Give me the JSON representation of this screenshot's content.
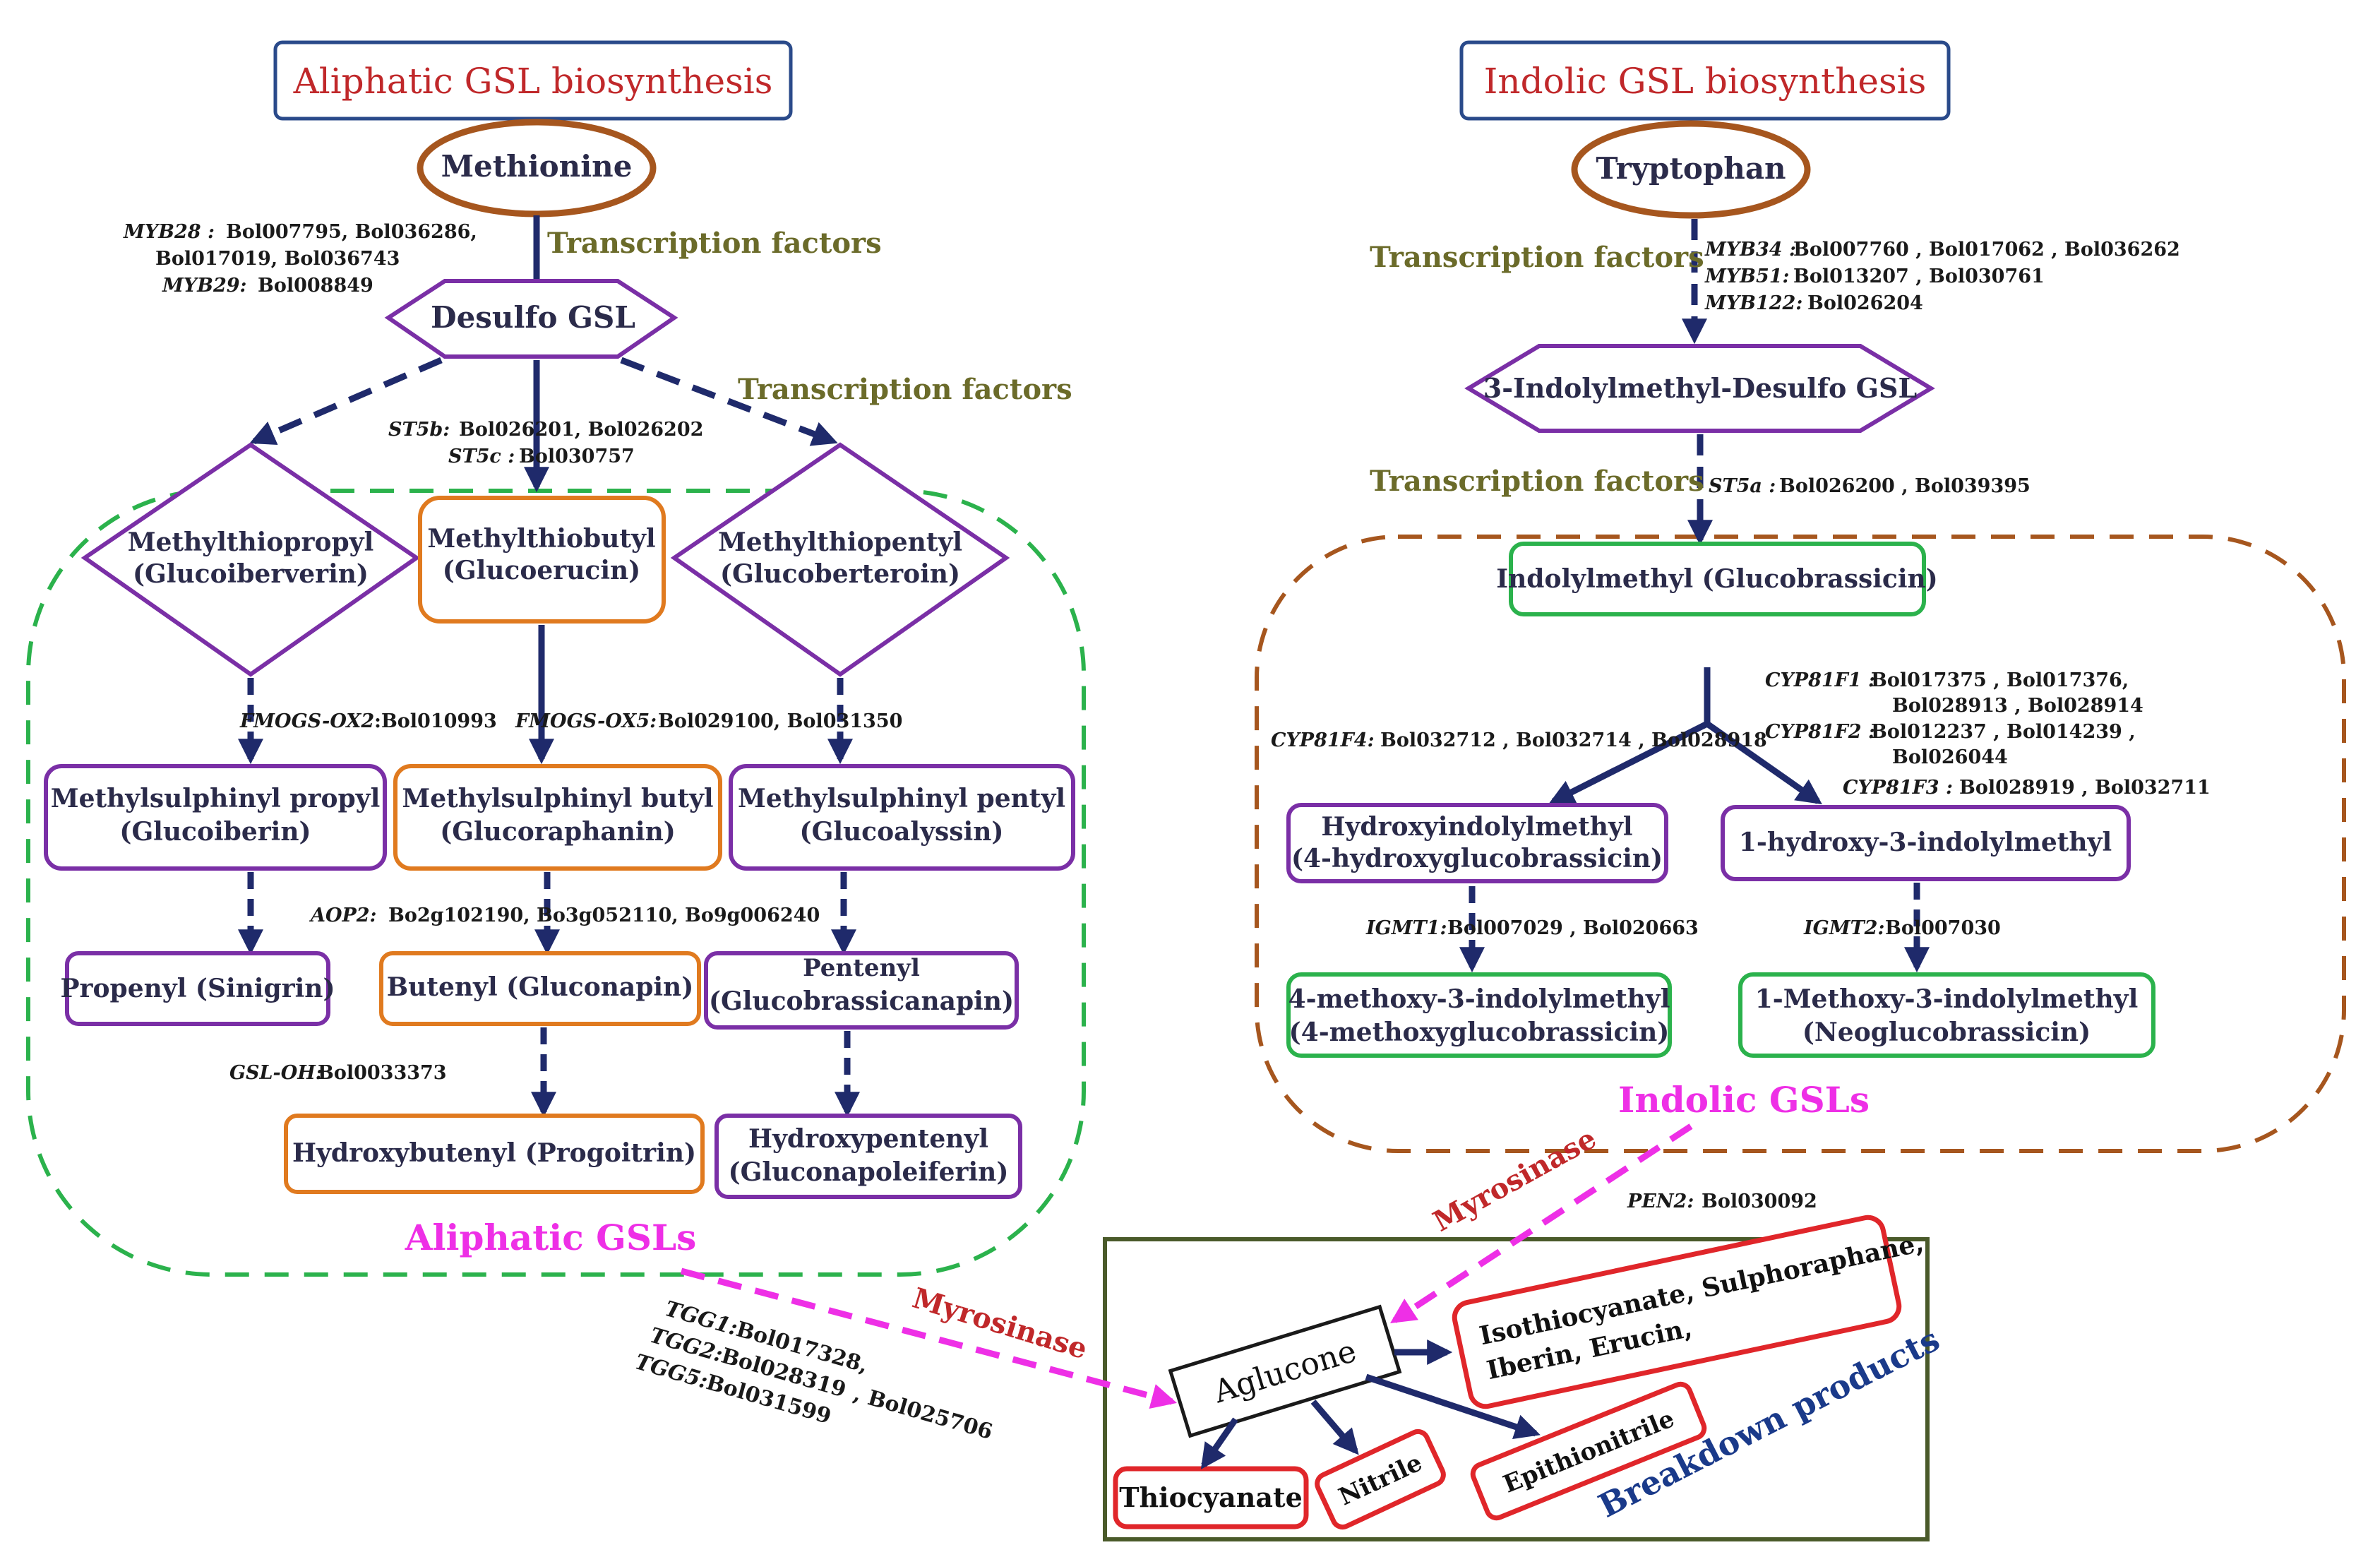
{
  "colors": {
    "navy": "#1f2a6b",
    "purple": "#7a2fa6",
    "orange": "#e07a1f",
    "green": "#2bb24c",
    "brown": "#a6561e",
    "red": "#e0262a",
    "magenta": "#ee2fe6",
    "title_red": "#c0282a",
    "tf_olive": "#6b6b2a",
    "box_green_border": "#4a5a2a",
    "title_border": "#2a4a8a"
  },
  "aliphatic": {
    "title": "Aliphatic GSL biosynthesis",
    "methionine": "Methionine",
    "tf_label_1": "Transcription factors",
    "myb28": "MYB28 :",
    "myb28_genes_1": "Bol007795, Bol036286,",
    "myb28_genes_2": "Bol017019, Bol036743",
    "myb29": "MYB29:",
    "myb29_genes": "Bol008849",
    "desulfo": "Desulfo GSL",
    "tf_label_2": "Transcription factors",
    "st5b": "ST5b:",
    "st5b_genes": "Bol026201, Bol026202",
    "st5c": "ST5c :",
    "st5c_genes": "Bol030757",
    "mtpropyl_1": "Methylthiopropyl",
    "mtpropyl_2": "(Glucoiberverin)",
    "mtbutyl_1": "Methylthiobutyl",
    "mtbutyl_2": "(Glucoerucin)",
    "mtpentyl_1": "Methylthiopentyl",
    "mtpentyl_2": "(Glucoberteroin)",
    "fmo_ox2": "FMOGS-OX2",
    "fmo_ox2_genes": ":Bol010993",
    "fmo_ox5": "FMOGS-OX5:",
    "fmo_ox5_genes": "Bol029100, Bol031350",
    "mspropyl_1": "Methylsulphinyl propyl",
    "mspropyl_2": "(Glucoiberin)",
    "msbutyl_1": "Methylsulphinyl butyl",
    "msbutyl_2": "(Glucoraphanin)",
    "mspentyl_1": "Methylsulphinyl pentyl",
    "mspentyl_2": "(Glucoalyssin)",
    "aop2": "AOP2:",
    "aop2_genes": "Bo2g102190, Bo3g052110, Bo9g006240",
    "propenyl": "Propenyl (Sinigrin)",
    "butenyl": "Butenyl (Gluconapin)",
    "pentenyl_1": "Pentenyl",
    "pentenyl_2": "(Glucobrassicanapin)",
    "gsloh": "GSL-OH:",
    "gsloh_genes": "Bol0033373",
    "hbutenyl": "Hydroxybutenyl (Progoitrin)",
    "hpentenyl_1": "Hydroxypentenyl",
    "hpentenyl_2": "(Gluconapoleiferin)",
    "section_label": "Aliphatic GSLs"
  },
  "indolic": {
    "title": "Indolic GSL biosynthesis",
    "tryptophan": "Tryptophan",
    "tf_label_1": "Transcription factors",
    "myb34": "MYB34 :",
    "myb34_genes": "Bol007760 , Bol017062 , Bol036262",
    "myb51": "MYB51:",
    "myb51_genes": "Bol013207 , Bol030761",
    "myb122": "MYB122:",
    "myb122_genes": "Bol026204",
    "desulfo": "3-Indolylmethyl-Desulfo GSL",
    "tf_label_2": "Transcription factors",
    "st5a": "ST5a :",
    "st5a_genes": "Bol026200 , Bol039395",
    "glucobrassicin": "Indolylmethyl (Glucobrassicin)",
    "cyp81f1": "CYP81F1 :",
    "cyp81f1_genes_1": "Bol017375 , Bol017376,",
    "cyp81f1_genes_2": "Bol028913 , Bol028914",
    "cyp81f2": "CYP81F2 :",
    "cyp81f2_genes_1": "Bol012237 , Bol014239 ,",
    "cyp81f2_genes_2": "Bol026044",
    "cyp81f3": "CYP81F3 :",
    "cyp81f3_genes": "Bol028919 , Bol032711",
    "cyp81f4": "CYP81F4:",
    "cyp81f4_genes": "Bol032712 , Bol032714 , Bol028918",
    "hydroxy_1": "Hydroxyindolylmethyl",
    "hydroxy_2": "(4-hydroxyglucobrassicin)",
    "one_hydroxy": "1-hydroxy-3-indolylmethyl",
    "igmt1": "IGMT1:",
    "igmt1_genes": "Bol007029 , Bol020663",
    "igmt2": "IGMT2:",
    "igmt2_genes": "Bol007030",
    "methoxy4_1": "4-methoxy-3-indolylmethyl",
    "methoxy4_2": "(4-methoxyglucobrassicin)",
    "methoxy1_1": "1-Methoxy-3-indolylmethyl",
    "methoxy1_2": "(Neoglucobrassicin)",
    "section_label": "Indolic GSLs"
  },
  "breakdown": {
    "myrosinase_left": "Myrosinase",
    "myrosinase_right": "Myrosinase",
    "tgg1": "TGG1:",
    "tgg1_genes": "Bol017328,",
    "tgg2": "TGG2:",
    "tgg2_genes": "Bol028319",
    "tgg2_genes_b": ", Bol025706",
    "tgg5": "TGG5:",
    "tgg5_genes": "Bol031599",
    "pen2": "PEN2:",
    "pen2_genes": "Bol030092",
    "aglucone": "Aglucone",
    "isothio_1": "Isothiocyanate, Sulphoraphane,",
    "isothio_2": "Iberin, Erucin,",
    "thiocyanate": "Thiocyanate",
    "nitrile": "Nitrile",
    "epithionitrile": "Epithionitrile",
    "label": "Breakdown products"
  }
}
